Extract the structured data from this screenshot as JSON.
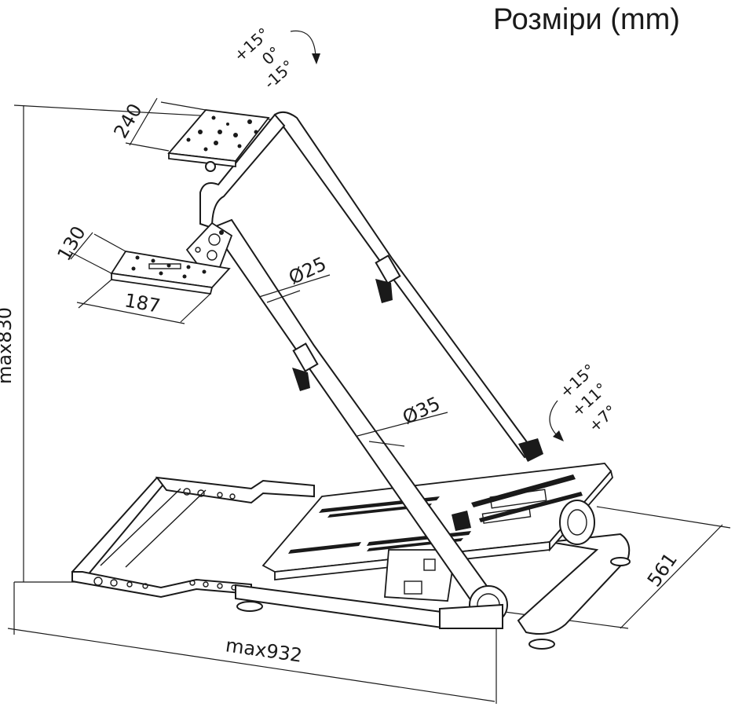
{
  "title": "Розміри (mm)",
  "dimensions": {
    "height": "max830",
    "length": "max932",
    "width": "561",
    "top_plate_width": "240",
    "side_plate_depth": "130",
    "side_plate_width": "187",
    "upper_tube_diameter": "Ø25",
    "lower_tube_diameter": "Ø35"
  },
  "angles": {
    "top": [
      "+15°",
      "0°",
      "-15°"
    ],
    "pedal": [
      "+15°",
      "+11°",
      "+7°"
    ]
  }
}
